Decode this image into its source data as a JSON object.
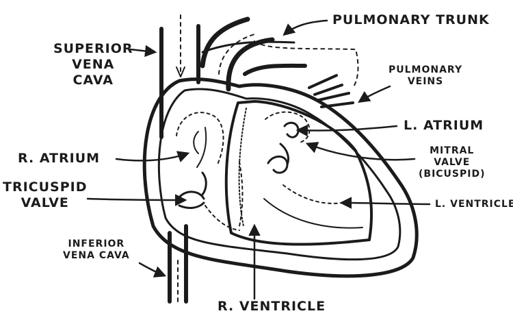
{
  "labels": {
    "pulmonary_trunk": "PULMONARY TRUNK",
    "superior_vena_cava": [
      "SUPERIOR",
      "VENA",
      "CAVA"
    ],
    "pulmonary_veins": [
      "PULMONARY",
      "VEINS"
    ],
    "left_atrium": "L. ATRIUM",
    "right_atrium": "R. ATRIUM",
    "mitral_valve": [
      "MITRAL",
      "VALVE",
      "(BICUSPID)"
    ],
    "tricuspid_valve": [
      "TRICUSPID",
      "VALVE"
    ],
    "left_ventricle": "L. VENTRICLE",
    "inferior_vena_cava": [
      "INFERIOR",
      "VENA CAVA"
    ],
    "right_ventricle": "R. VENTRICLE"
  },
  "colors": {
    "ink": "#1b1b1b",
    "background": "#ffffff"
  }
}
